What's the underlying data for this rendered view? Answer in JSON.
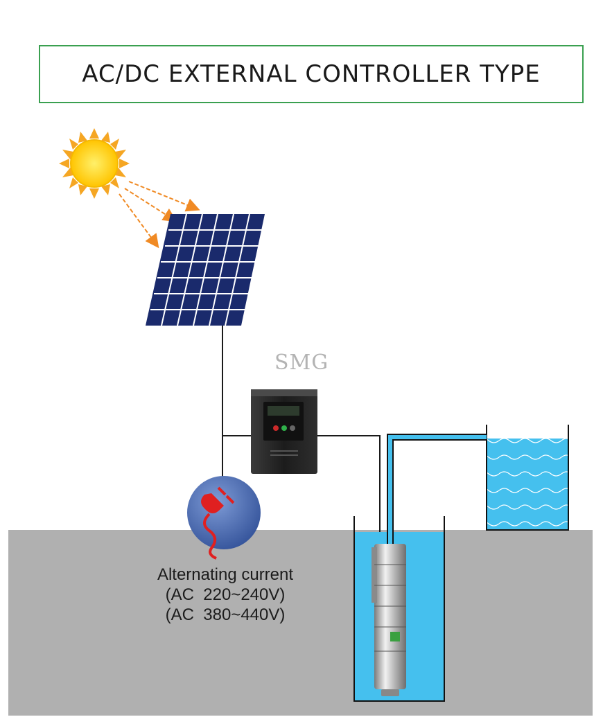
{
  "title": "AC/DC EXTERNAL CONTROLLER TYPE",
  "brand": "SMG",
  "ac_source": {
    "label": "Alternating current",
    "range_1": "(AC  220~240V)",
    "range_2": "(AC  380~440V)"
  },
  "colors": {
    "title_border": "#3aa050",
    "ground": "#b0b0b0",
    "water": "#45c0ee",
    "panel": "#1a2a6c",
    "sun": "#ffd200",
    "sun_rays": "#f08a24",
    "plug_circle": "#4a6fb5",
    "plug": "#e02020",
    "pipe": "#45c0ee"
  },
  "icons": [
    "sun-icon",
    "solar-panel-icon",
    "controller-icon",
    "power-plug-icon",
    "pump-icon",
    "water-tank-icon",
    "well-icon"
  ]
}
